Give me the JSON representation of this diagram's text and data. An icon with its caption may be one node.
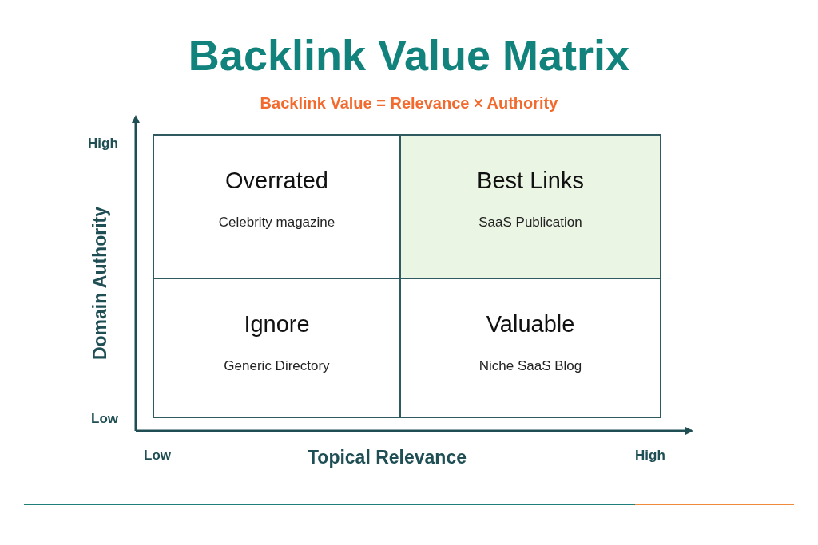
{
  "diagram": {
    "title": "Backlink Value Matrix",
    "nodes": [
      {
        "text": [
          "Overrated",
          "Celebrity magazine"
        ]
      },
      {
        "text": [
          "Best Links",
          "SaaS Publication"
        ]
      },
      {
        "text": [
          "Ignore",
          "Generic Directory"
        ]
      },
      {
        "text": [
          "Valuable",
          "Niche SaaS Blog"
        ]
      }
    ],
    "edges": [],
    "labels": [
      "Backlink Value = Relevance × Authority",
      "High",
      "Domain Authority",
      "Low",
      "Low",
      "Topical Relevance",
      "High"
    ]
  }
}
